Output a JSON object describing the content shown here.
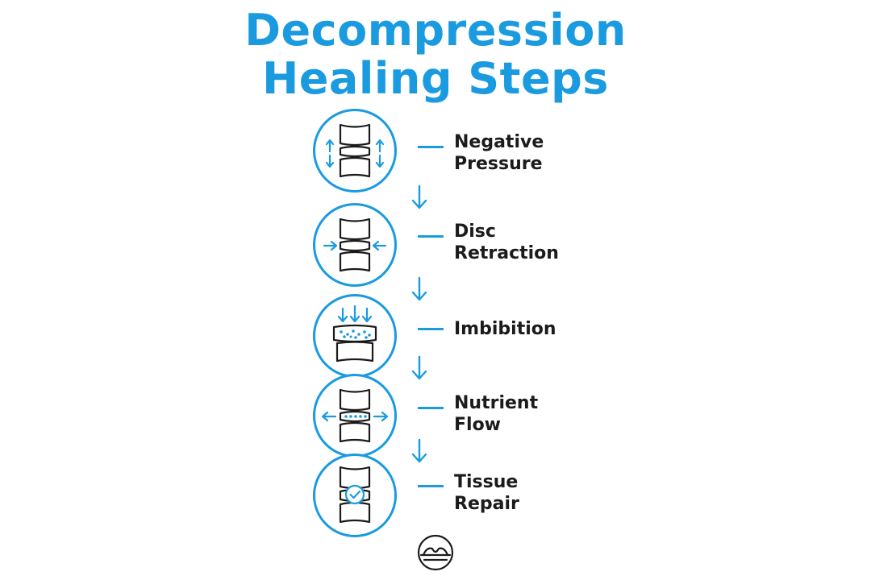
{
  "title": {
    "line1": "Decompression",
    "line2": "Healing Steps"
  },
  "steps": [
    {
      "line1": "Negative",
      "line2": "Pressure",
      "icon": "vertebra-expand-arrows-icon"
    },
    {
      "line1": "Disc",
      "line2": "Retraction",
      "icon": "vertebra-inward-arrows-icon"
    },
    {
      "line1": "Imbibition",
      "line2": "",
      "icon": "vertebra-fluid-intake-icon"
    },
    {
      "line1": "Nutrient",
      "line2": "Flow",
      "icon": "vertebra-nutrient-flow-icon"
    },
    {
      "line1": "Tissue",
      "line2": "Repair",
      "icon": "vertebra-check-icon"
    }
  ],
  "colors": {
    "accent": "#1a9be0",
    "text": "#1b1b1b",
    "icon_stroke": "#1b1b1b"
  },
  "logo_icon": "spine-logo-icon"
}
